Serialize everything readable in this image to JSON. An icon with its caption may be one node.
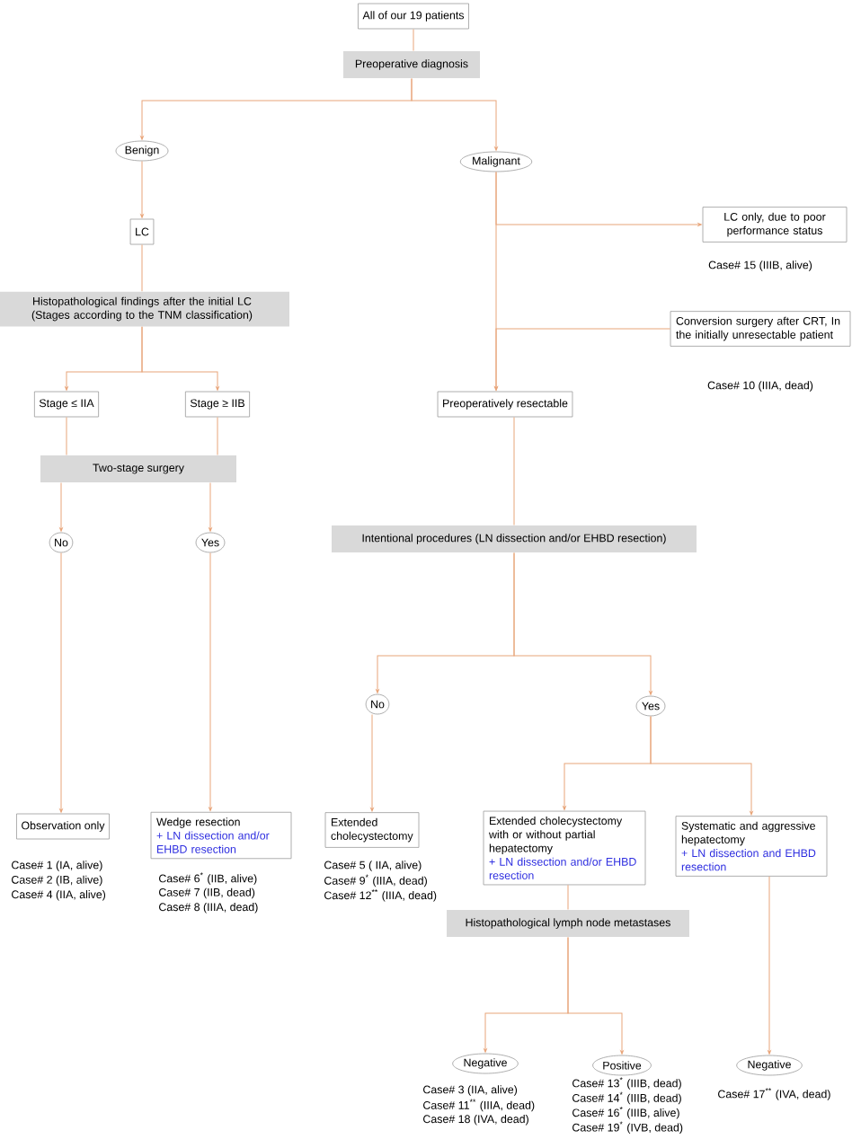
{
  "diagram": {
    "nodes": [
      {
        "text": [
          "All of our 19 patients"
        ]
      },
      {
        "text": [
          "Preoperative diagnosis"
        ]
      },
      {
        "text": [
          "Benign"
        ]
      },
      {
        "text": [
          "Malignant"
        ]
      },
      {
        "text": [
          "LC"
        ]
      },
      {
        "text": [
          "Histopathological findings after the initial LC (Stages according to the TNM classification)"
        ]
      },
      {
        "text": [
          "Stage ≤ IIA"
        ]
      },
      {
        "text": [
          "Stage ≥ IIB"
        ]
      },
      {
        "text": [
          "Two-stage surgery"
        ]
      },
      {
        "text": [
          "No"
        ]
      },
      {
        "text": [
          "Yes"
        ]
      },
      {
        "text": [
          "Preoperatively resectable"
        ]
      },
      {
        "text": [
          "LC only, due to poor performance status"
        ],
        "beside": [
          "Case# 15 (IIIB, alive)"
        ]
      },
      {
        "text": [
          "Conversion surgery after CRT, In the initially unresectable patient"
        ],
        "beside": [
          "Case# 10 (IIIA, dead)"
        ]
      },
      {
        "text": [
          "Intentional procedures (LN dissection and/or EHBD resection)"
        ]
      },
      {
        "text": [
          "No"
        ]
      },
      {
        "text": [
          "Yes"
        ]
      },
      {
        "text": [
          "Observation only"
        ],
        "beside": [
          "Case# 1 (IA, alive)",
          "Case# 2 (IB, alive)",
          "Case# 4 (IIA, alive)"
        ]
      },
      {
        "text": [
          "Wedge resection",
          "+ LN dissection and/or EHBD resection"
        ],
        "beside": [
          "Case# 6$^{*}$ (IIB, alive)",
          "Case# 7 (IIB, dead)",
          "Case# 8 (IIIA, dead)"
        ]
      },
      {
        "text": [
          "Extended cholecystectomy"
        ],
        "beside": [
          "Case# 5 ( IIA, alive)",
          "Case# 9$^{*}$ (IIIA, dead)",
          "Case# 12$^{**}$ (IIIA, dead)"
        ]
      },
      {
        "text": [
          "Extended cholecystectomy with or without partial hepatectomy",
          "+ LN dissection and/or EHBD resection"
        ]
      },
      {
        "text": [
          "Systematic and aggressive hepatectomy",
          "+ LN dissection and EHBD resection"
        ]
      },
      {
        "text": [
          "Histopathological lymph node metastases"
        ]
      },
      {
        "text": [
          "Negative"
        ],
        "beside": [
          "Case# 3 (IIA, alive)",
          "Case# 11$^{**}$ (IIIA, dead)",
          "Case# 18 (IVA, dead)"
        ]
      },
      {
        "text": [
          "Positive"
        ],
        "beside": [
          "Case# 13$^{*}$ (IIIB, dead)",
          "Case# 14$^{*}$ (IIIB, dead)",
          "Case# 16$^{*}$ (IIIB, alive)",
          "Case# 19$^{*}$ (IVB, dead)"
        ]
      },
      {
        "text": [
          "Negative"
        ],
        "beside": [
          "Case# 17$^{**}$ (IVA, dead)"
        ]
      }
    ],
    "edges": [
      {
        "from": 0,
        "to": 1,
        "arrow": "none"
      },
      {
        "from": 1,
        "to": 2,
        "arrow": "to"
      },
      {
        "from": 1,
        "to": 3,
        "arrow": "to"
      },
      {
        "from": 2,
        "to": 4,
        "arrow": "to"
      },
      {
        "from": 4,
        "to": 5,
        "arrow": "none"
      },
      {
        "from": 5,
        "to": 6,
        "arrow": "to"
      },
      {
        "from": 5,
        "to": 7,
        "arrow": "to"
      },
      {
        "from": 6,
        "to": 8,
        "arrow": "none"
      },
      {
        "from": 8,
        "to": 9,
        "arrow": "to"
      },
      {
        "from": 7,
        "to": 8,
        "arrow": "none"
      },
      {
        "from": 8,
        "to": 10,
        "arrow": "to"
      },
      {
        "from": 3,
        "to": 12,
        "arrow": "to"
      },
      {
        "from": 3,
        "to": 11,
        "arrow": "to"
      },
      {
        "from": 13,
        "to": 11,
        "arrow": "to"
      },
      {
        "from": 11,
        "to": 14,
        "arrow": "none"
      },
      {
        "from": 14,
        "to": 15,
        "arrow": "to"
      },
      {
        "from": 14,
        "to": 16,
        "arrow": "to"
      },
      {
        "from": 9,
        "to": 17,
        "arrow": "to"
      },
      {
        "from": 10,
        "to": 18,
        "arrow": "to"
      },
      {
        "from": 15,
        "to": 19,
        "arrow": "to"
      },
      {
        "from": 16,
        "to": 20,
        "arrow": "to"
      },
      {
        "from": 16,
        "to": 21,
        "arrow": "to"
      },
      {
        "from": 20,
        "to": 22,
        "arrow": "none"
      },
      {
        "from": 22,
        "to": 23,
        "arrow": "to"
      },
      {
        "from": 22,
        "to": 24,
        "arrow": "to"
      },
      {
        "from": 21,
        "to": 25,
        "arrow": "to"
      }
    ]
  }
}
